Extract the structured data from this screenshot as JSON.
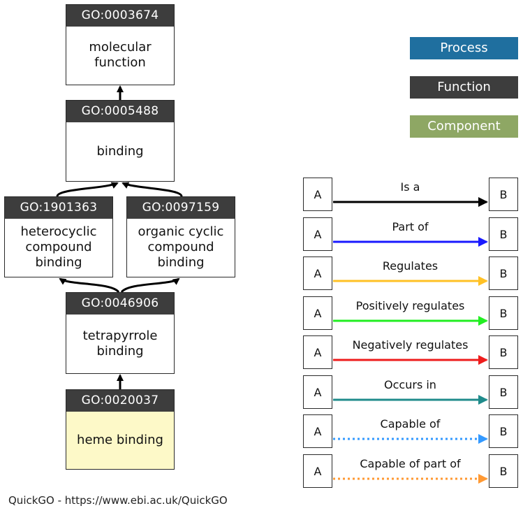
{
  "terms": [
    {
      "id": "GO:0003674",
      "name": "molecular\nfunction"
    },
    {
      "id": "GO:0005488",
      "name": "binding"
    },
    {
      "id": "GO:1901363",
      "name": "heterocyclic\ncompound\nbinding"
    },
    {
      "id": "GO:0097159",
      "name": "organic cyclic\ncompound\nbinding"
    },
    {
      "id": "GO:0046906",
      "name": "tetrapyrrole\nbinding"
    },
    {
      "id": "GO:0020037",
      "name": "heme binding"
    }
  ],
  "aspect_legend": [
    {
      "label": "Process",
      "color": "#1f6f9f"
    },
    {
      "label": "Function",
      "color": "#3d3d3d"
    },
    {
      "label": "Component",
      "color": "#8ea764"
    }
  ],
  "relations": [
    {
      "label": "Is a",
      "source": "A",
      "target": "B",
      "color": "#000000",
      "style": "solid"
    },
    {
      "label": "Part of",
      "source": "A",
      "target": "B",
      "color": "#1a1aff",
      "style": "solid"
    },
    {
      "label": "Regulates",
      "source": "A",
      "target": "B",
      "color": "#ffc125",
      "style": "solid"
    },
    {
      "label": "Positively regulates",
      "source": "A",
      "target": "B",
      "color": "#22ee22",
      "style": "solid"
    },
    {
      "label": "Negatively regulates",
      "source": "A",
      "target": "B",
      "color": "#ee1c1c",
      "style": "solid"
    },
    {
      "label": "Occurs in",
      "source": "A",
      "target": "B",
      "color": "#1f8b8b",
      "style": "solid"
    },
    {
      "label": "Capable of",
      "source": "A",
      "target": "B",
      "color": "#3399ff",
      "style": "dotted"
    },
    {
      "label": "Capable of part of",
      "source": "A",
      "target": "B",
      "color": "#ff9933",
      "style": "dotted"
    }
  ],
  "footer": "QuickGO - https://www.ebi.ac.uk/QuickGO"
}
